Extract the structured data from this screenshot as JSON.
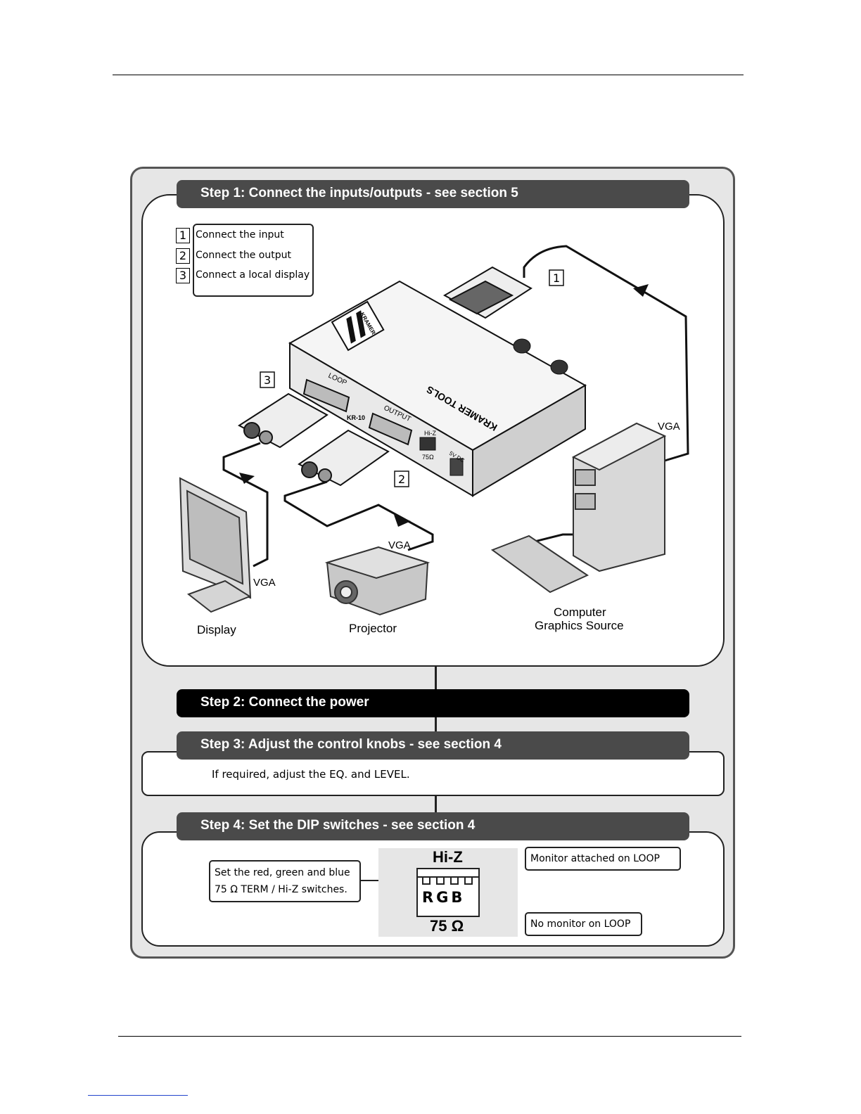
{
  "steps": {
    "step1": {
      "title": "Step 1: Connect the inputs/outputs - see section 5",
      "list": [
        {
          "num": "1",
          "text": "Connect the input"
        },
        {
          "num": "2",
          "text": "Connect the output"
        },
        {
          "num": "3",
          "text": "Connect a local display"
        }
      ]
    },
    "step2": {
      "title": "Step 2: Connect the power"
    },
    "step3": {
      "title": "Step 3: Adjust the control knobs - see section 4",
      "text": "If required, adjust the EQ. and LEVEL."
    },
    "step4": {
      "title": "Step 4: Set the DIP switches  - see section 4",
      "instruction_line1": "Set the red, green and blue",
      "instruction_line2": "75 Ω TERM / Hi-Z switches.",
      "dip_top": "Hi-Z",
      "dip_letters": "RGB",
      "dip_bottom": "75 Ω",
      "monitor_attached": "Monitor attached on LOOP",
      "no_monitor": "No monitor on LOOP"
    }
  },
  "diagram": {
    "device_brand": "KRAMER TOOLS",
    "device_logo_text": "KRAMER",
    "model": "KR-10",
    "port_loop": "LOOP",
    "port_output": "OUTPUT",
    "switch_hiz": "Hi-Z",
    "switch_75": "75Ω",
    "power_label": "5V DC",
    "tag_1": "1",
    "tag_2": "2",
    "tag_3": "3",
    "vga_computer": "VGA",
    "vga_projector": "VGA",
    "vga_display": "VGA",
    "label_display": "Display",
    "label_projector": "Projector",
    "label_computer_line1": "Computer",
    "label_computer_line2": "Graphics Source"
  }
}
